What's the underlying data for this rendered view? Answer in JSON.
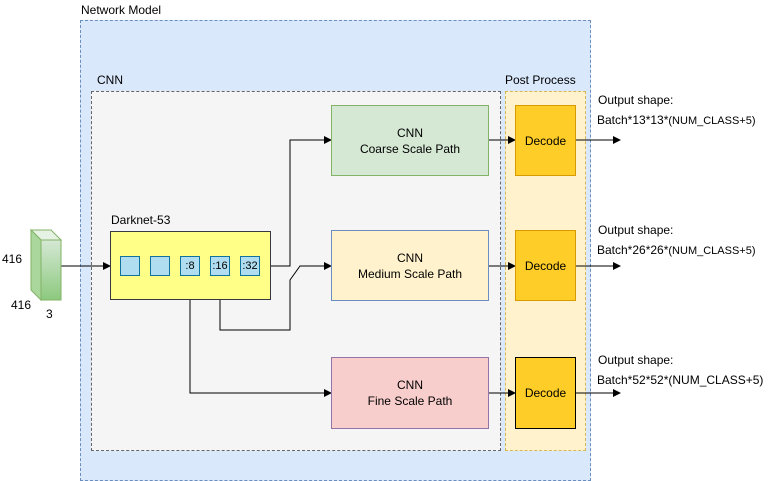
{
  "network_model": {
    "label": "Network Model"
  },
  "cnn": {
    "label": "CNN"
  },
  "post_process": {
    "label": "Post Process"
  },
  "input": {
    "dim_height": "416",
    "dim_width": "416",
    "dim_channels": "3"
  },
  "darknet": {
    "label": "Darknet-53",
    "stages": [
      "",
      "",
      ":8",
      ":16",
      ":32"
    ]
  },
  "paths": [
    {
      "title": "CNN",
      "subtitle": "Coarse Scale Path"
    },
    {
      "title": "CNN",
      "subtitle": "Medium Scale Path"
    },
    {
      "title": "CNN",
      "subtitle": "Fine Scale Path"
    }
  ],
  "decode_label": "Decode",
  "outputs": [
    {
      "heading": "Output shape:",
      "shape": "Batch*13*13*",
      "suffix": "(NUM_CLASS+5)"
    },
    {
      "heading": "Output shape:",
      "shape": "Batch*26*26*",
      "suffix": "(NUM_CLASS+5)"
    },
    {
      "heading": "Output shape:",
      "shape": "Batch*52*52*(NUM_CLASS+5)",
      "suffix": ""
    }
  ],
  "colors": {
    "network_fill": "#dae8fc",
    "cnn_fill": "#f5f5f5",
    "post_fill": "#fff2cc",
    "coarse_fill": "#d5e8d4",
    "medium_fill": "#fff2cc",
    "fine_fill": "#f8cecc",
    "decode_fill": "#ffcd28",
    "darknet_fill": "#ffff88",
    "stage_fill": "#b1ddf0"
  }
}
